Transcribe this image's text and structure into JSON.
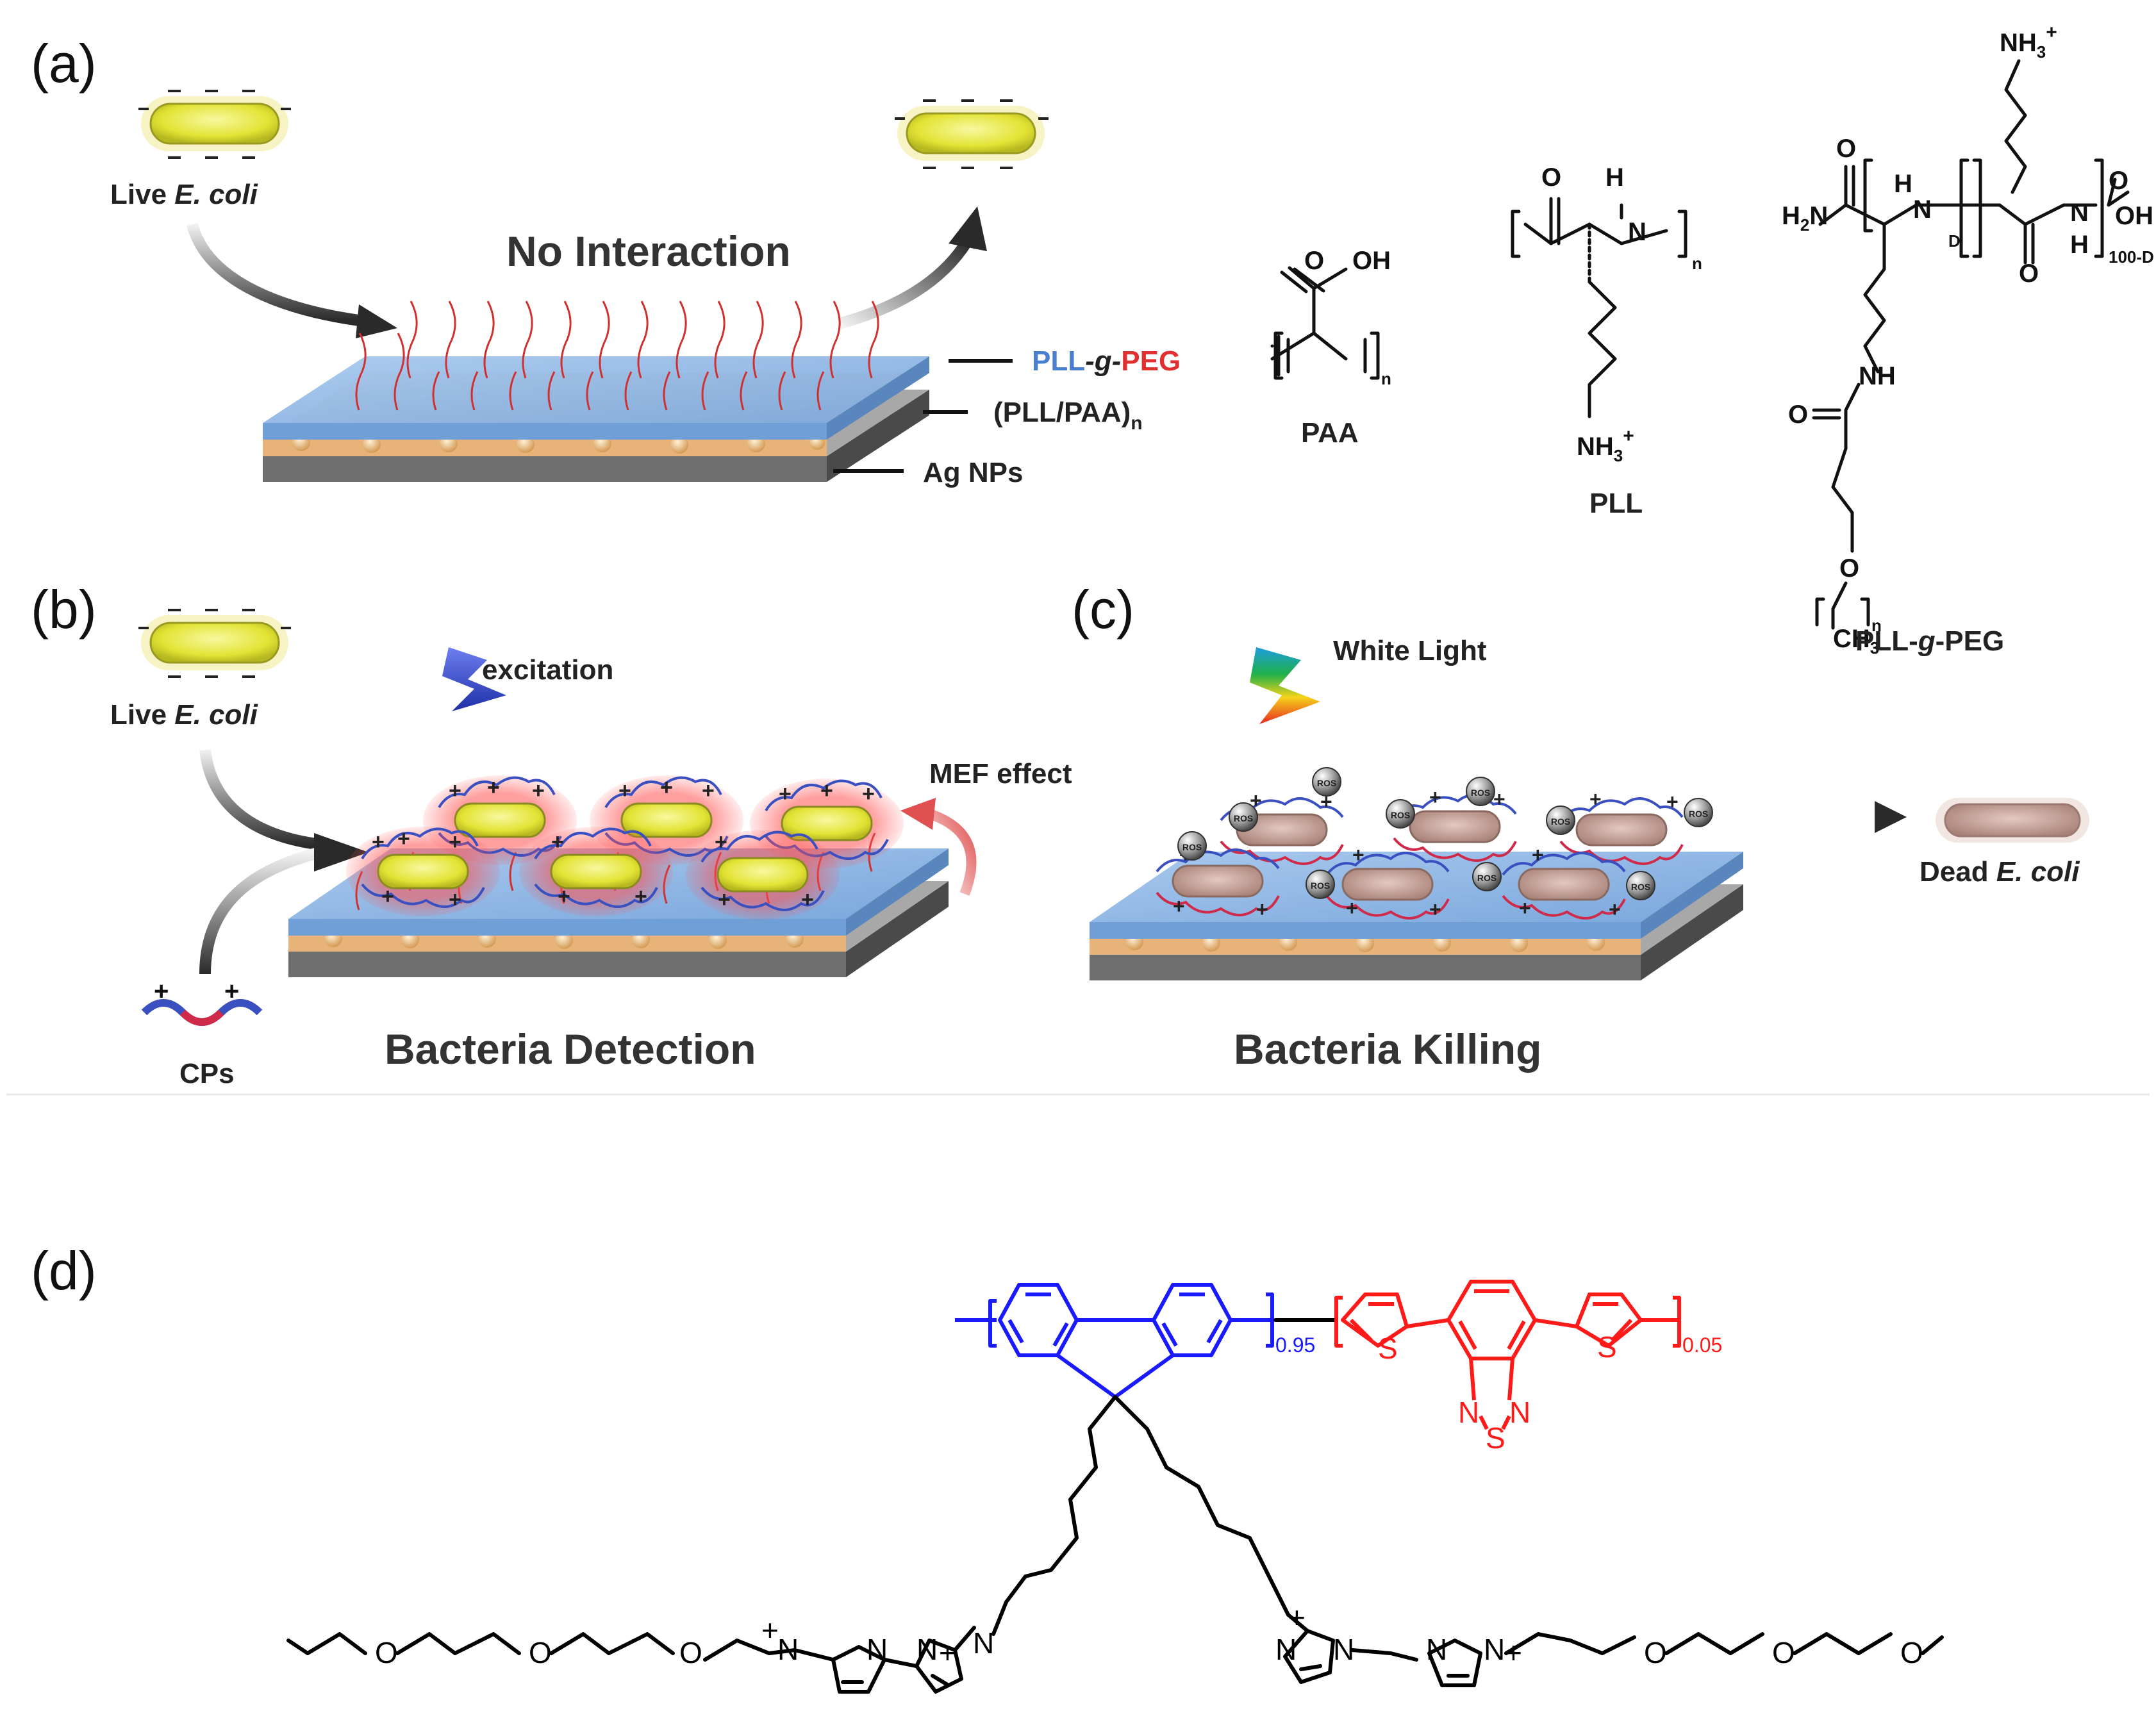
{
  "panels": {
    "a": "(a)",
    "b": "(b)",
    "c": "(c)",
    "d": "(d)"
  },
  "panel_a": {
    "live_label": "Live",
    "ecoli": "E. coli",
    "no_interaction": "No Interaction",
    "layer_peg_pll": "PLL",
    "layer_peg_g": "-g-",
    "layer_peg_peg": "PEG",
    "layer_multi": "(PLL/PAA)",
    "layer_multi_sub": "n",
    "layer_ag": "Ag NPs",
    "paa": "PAA",
    "pll": "PLL",
    "pll_g_peg_1": "PLL-",
    "pll_g_peg_2": "g",
    "pll_g_peg_3": "-PEG"
  },
  "panel_b": {
    "live_label": "Live",
    "ecoli": "E. coli",
    "excitation": "excitation",
    "mef": "MEF effect",
    "cps": "CPs",
    "title": "Bacteria Detection"
  },
  "panel_c": {
    "white_light": "White Light",
    "title": "Bacteria Killing",
    "dead_label": "Dead",
    "ecoli": "E. coli",
    "ros": "ROS"
  },
  "panel_d": {
    "sub_blue": "0.95",
    "sub_red": "0.05"
  },
  "colors": {
    "bacteria_live": "#e6e640",
    "bacteria_dead": "#c9a49a",
    "film_blue": "#8fb8e6",
    "film_orange": "#f1c48e",
    "substrate": "#8a8a8a",
    "peg_red": "#e03030",
    "pll_blue": "#4a7fd0",
    "fluorene_blue": "#1a1aff",
    "btd_red": "#ff1a1a"
  }
}
